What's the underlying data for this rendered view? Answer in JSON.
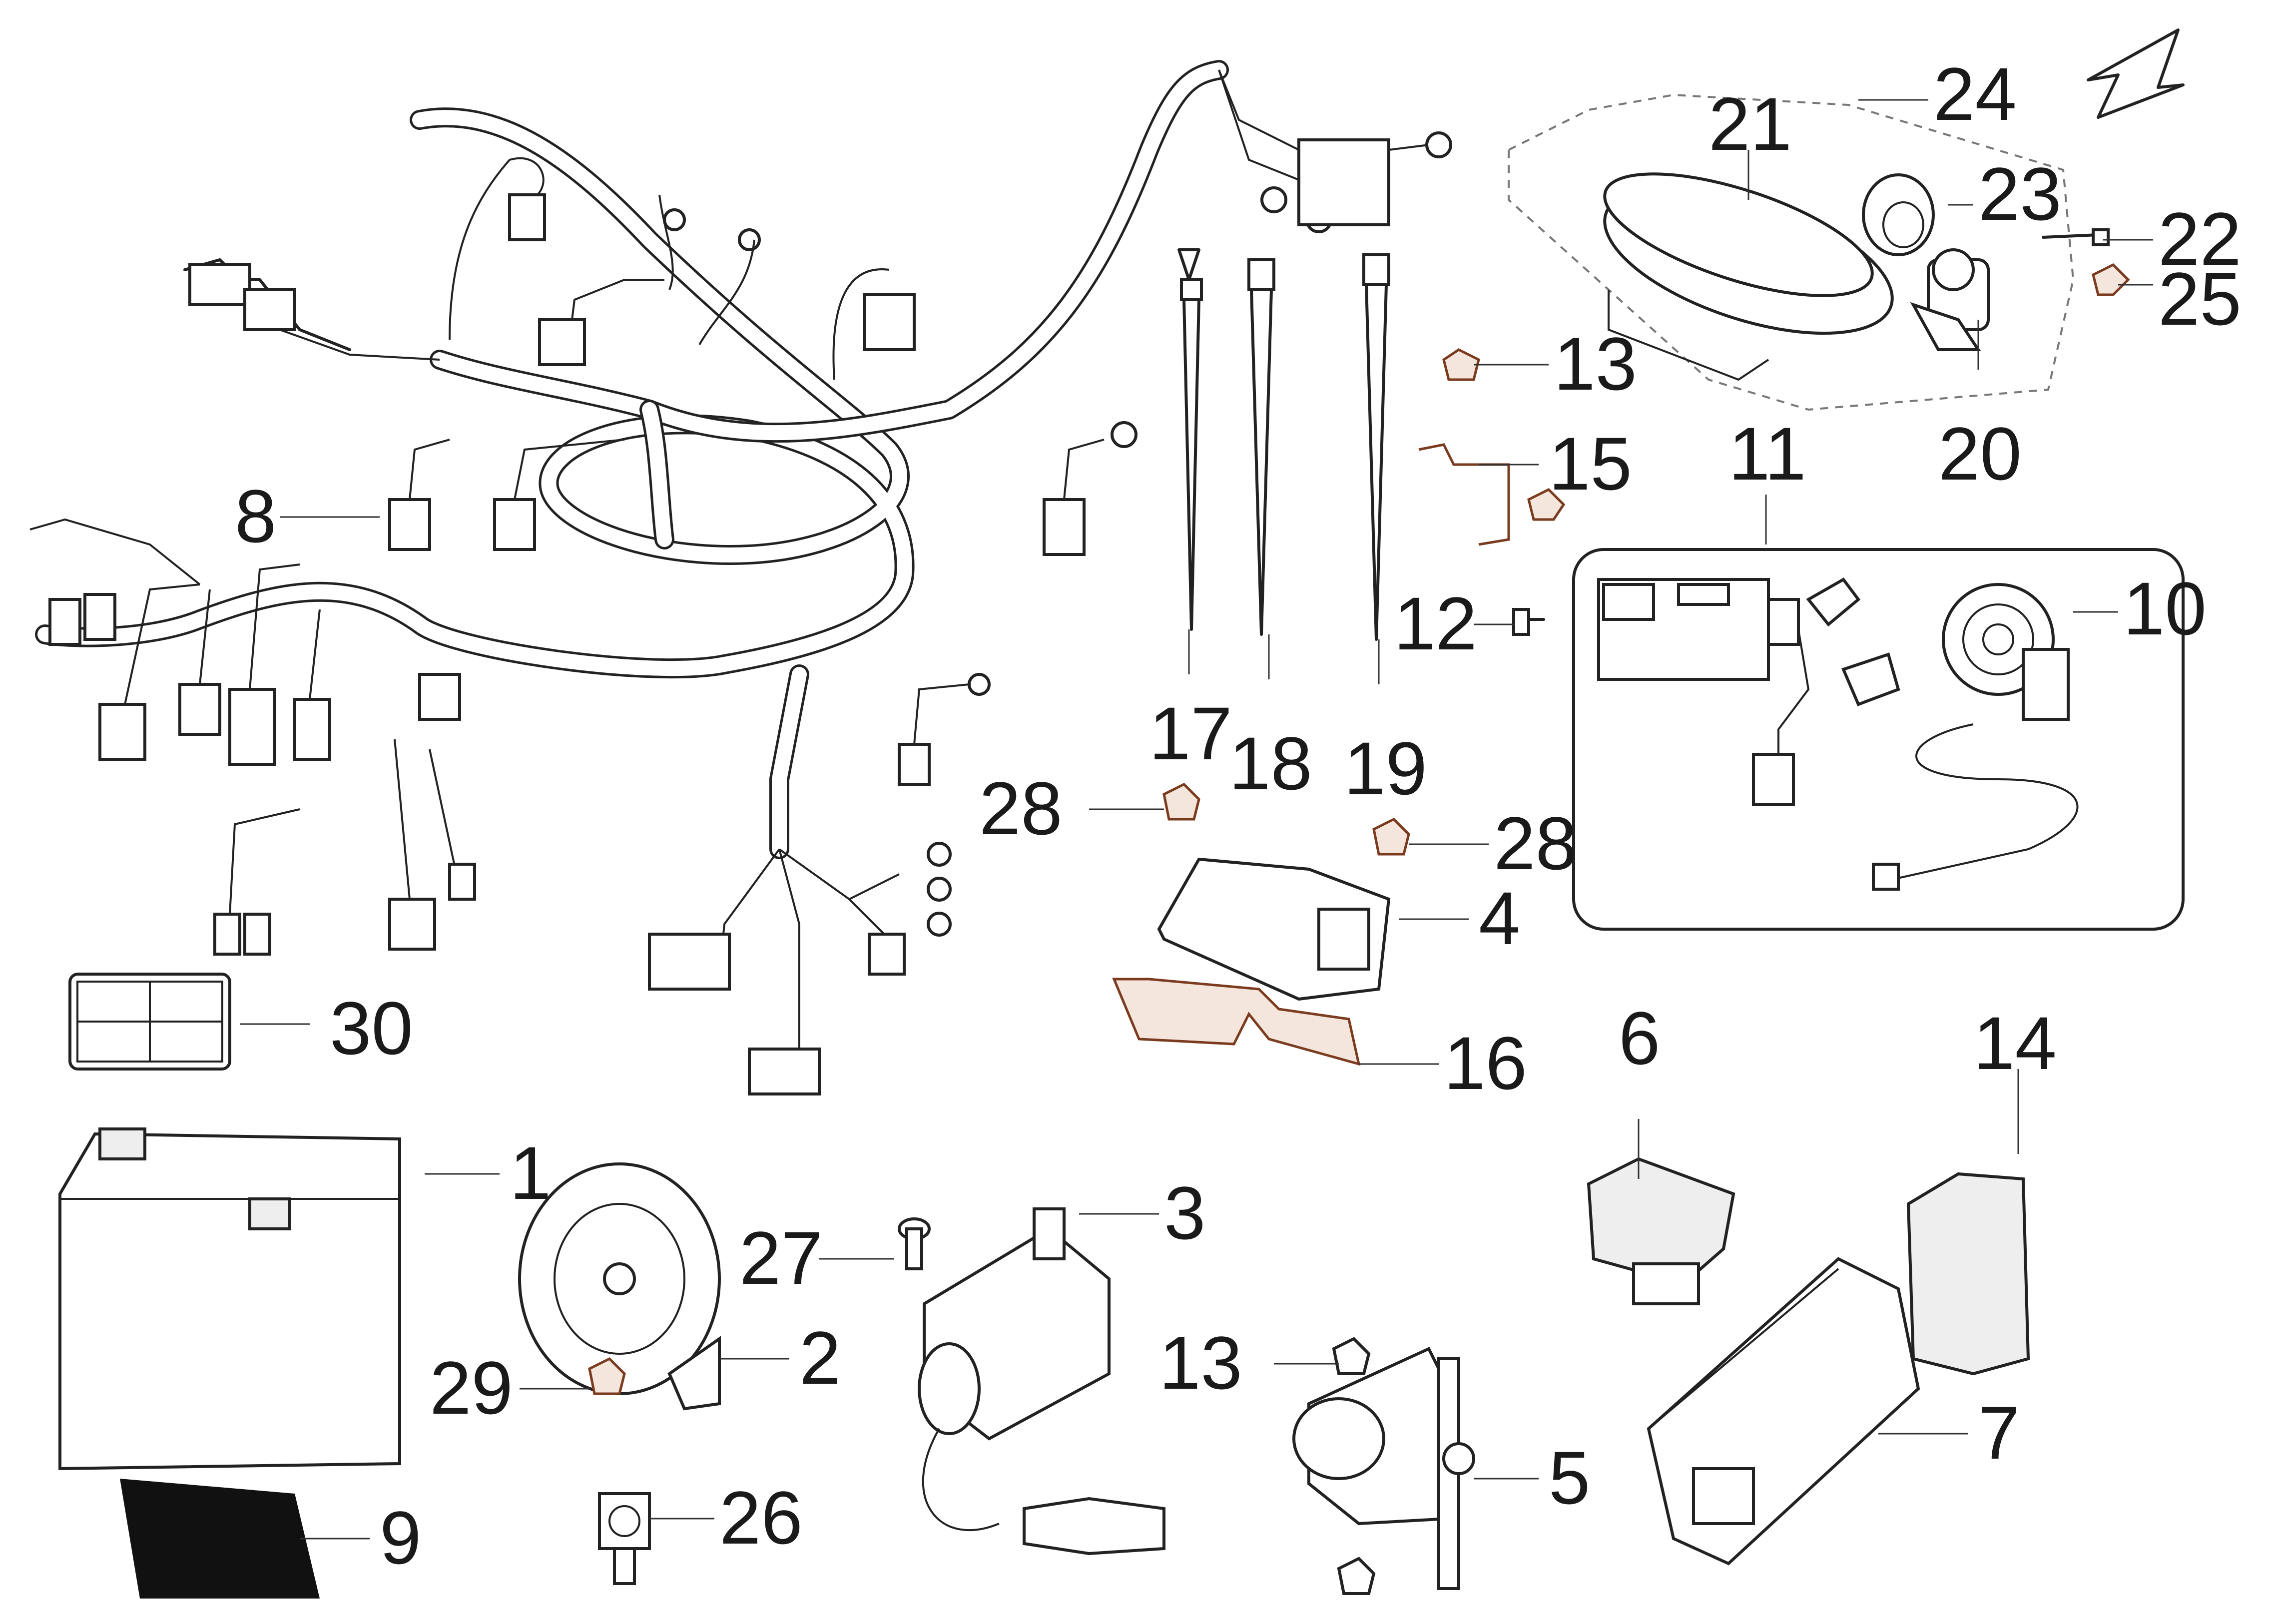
{
  "diagram": {
    "callouts": [
      {
        "id": "1",
        "label": "1"
      },
      {
        "id": "2",
        "label": "2"
      },
      {
        "id": "3",
        "label": "3"
      },
      {
        "id": "4",
        "label": "4"
      },
      {
        "id": "5",
        "label": "5"
      },
      {
        "id": "6",
        "label": "6"
      },
      {
        "id": "7",
        "label": "7"
      },
      {
        "id": "8",
        "label": "8"
      },
      {
        "id": "9",
        "label": "9"
      },
      {
        "id": "10",
        "label": "10"
      },
      {
        "id": "11",
        "label": "11"
      },
      {
        "id": "12",
        "label": "12"
      },
      {
        "id": "13a",
        "label": "13"
      },
      {
        "id": "13b",
        "label": "13"
      },
      {
        "id": "14",
        "label": "14"
      },
      {
        "id": "15",
        "label": "15"
      },
      {
        "id": "16",
        "label": "16"
      },
      {
        "id": "17",
        "label": "17"
      },
      {
        "id": "18",
        "label": "18"
      },
      {
        "id": "19",
        "label": "19"
      },
      {
        "id": "20",
        "label": "20"
      },
      {
        "id": "21",
        "label": "21"
      },
      {
        "id": "22",
        "label": "22"
      },
      {
        "id": "23",
        "label": "23"
      },
      {
        "id": "24",
        "label": "24"
      },
      {
        "id": "25",
        "label": "25"
      },
      {
        "id": "26",
        "label": "26"
      },
      {
        "id": "27",
        "label": "27"
      },
      {
        "id": "28a",
        "label": "28"
      },
      {
        "id": "28b",
        "label": "28"
      },
      {
        "id": "29",
        "label": "29"
      },
      {
        "id": "30",
        "label": "30"
      }
    ]
  }
}
